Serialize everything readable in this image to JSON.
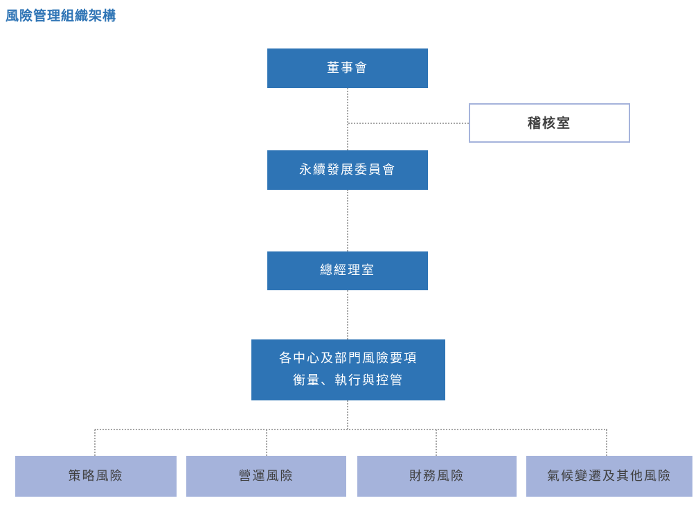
{
  "page": {
    "title": "風險管理組織架構"
  },
  "org_chart": {
    "nodes": {
      "board": {
        "label": "董事會"
      },
      "audit_office": {
        "label": "稽核室"
      },
      "sustainability_committee": {
        "label": "永續發展委員會"
      },
      "gm_office": {
        "label": "總經理室"
      },
      "risk_control": {
        "label_line1": "各中心及部門風險要項",
        "label_line2": "衡量、執行與控管"
      },
      "strategic_risk": {
        "label": "策略風險"
      },
      "operational_risk": {
        "label": "營運風險"
      },
      "financial_risk": {
        "label": "財務風險"
      },
      "climate_risk": {
        "label": "氣候變遷及其他風險"
      }
    },
    "edges": [
      {
        "from": "board",
        "to": "sustainability_committee",
        "style": "dotted"
      },
      {
        "from": "board",
        "to": "audit_office",
        "style": "dotted"
      },
      {
        "from": "sustainability_committee",
        "to": "gm_office",
        "style": "dotted"
      },
      {
        "from": "gm_office",
        "to": "risk_control",
        "style": "dotted"
      },
      {
        "from": "risk_control",
        "to": "strategic_risk",
        "style": "dotted"
      },
      {
        "from": "risk_control",
        "to": "operational_risk",
        "style": "dotted"
      },
      {
        "from": "risk_control",
        "to": "financial_risk",
        "style": "dotted"
      },
      {
        "from": "risk_control",
        "to": "climate_risk",
        "style": "dotted"
      }
    ],
    "colors": {
      "primary_blue": "#2E74B5",
      "light_periwinkle": "#A5B3DB",
      "connector_gray": "#A6A6A6",
      "dark_text": "#3F3F3F",
      "white_text": "#FFFFFF",
      "title_blue": "#2E74B5"
    }
  }
}
